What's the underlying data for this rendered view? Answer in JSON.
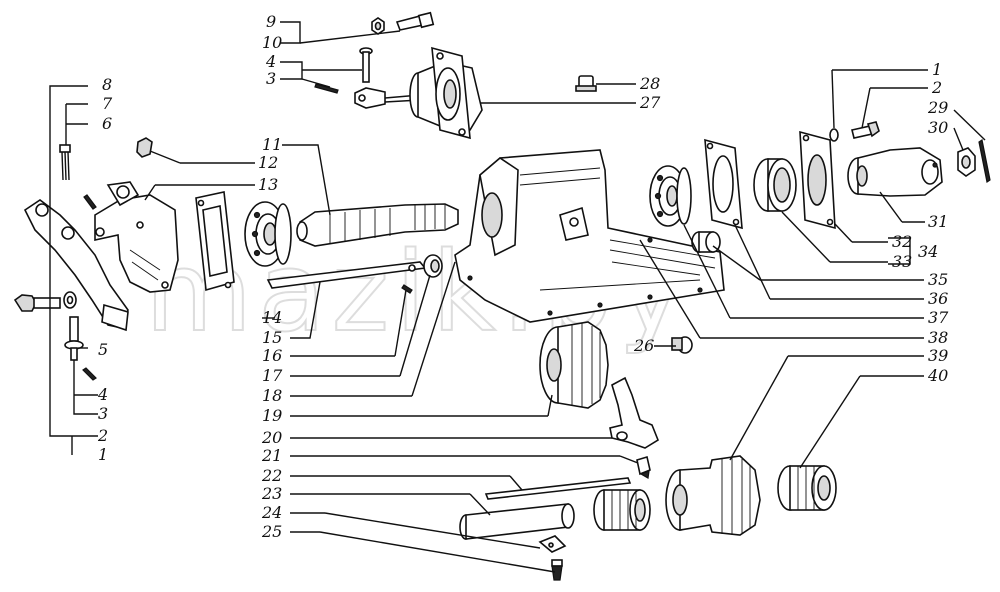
{
  "watermark": "mazik.by",
  "labels": {
    "l1a": "1",
    "l2a": "2",
    "l3a": "3",
    "l4a": "4",
    "l5": "5",
    "l6": "6",
    "l7": "7",
    "l8": "8",
    "l9": "9",
    "l10": "10",
    "l4b": "4",
    "l3b": "3",
    "l11": "11",
    "l12": "12",
    "l13": "13",
    "l14": "14",
    "l15": "15",
    "l16": "16",
    "l17": "17",
    "l18": "18",
    "l19": "19",
    "l20": "20",
    "l21": "21",
    "l22": "22",
    "l23": "23",
    "l24": "24",
    "l25": "25",
    "l26": "26",
    "l27": "27",
    "l28": "28",
    "l1b": "1",
    "l2b": "2",
    "l29": "29",
    "l30": "30",
    "l31": "31",
    "l32": "32",
    "l33": "33",
    "l34": "34",
    "l35": "35",
    "l36": "36",
    "l37": "37",
    "l38": "38",
    "l39": "39",
    "l40": "40"
  }
}
